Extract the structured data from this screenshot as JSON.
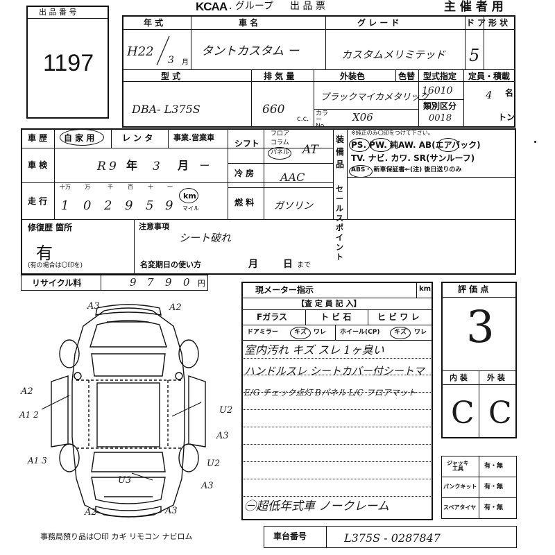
{
  "header": {
    "lot_label": "出 品 番 号",
    "lot_number": "1197",
    "brand": "KCAA",
    "group": ". グループ",
    "sheet": "出 品 票",
    "organizer": "主 催 者 用"
  },
  "vehicle": {
    "year_label": "年 式",
    "year_era": "H22",
    "year_month": "3",
    "year_month_unit": "月",
    "name_label": "車 名",
    "name": "タントカスタム ー",
    "grade_label": "グ レ ー ド",
    "grade": "カスタムメリミテッド",
    "doors_label": "ド ア",
    "doors": "5",
    "shape_label": "形 状",
    "model_label": "型 式",
    "model": "DBA- L375S",
    "displacement_label": "排 気 量",
    "displacement": "660",
    "cc_unit": "c.c.",
    "exterior_label": "外装色",
    "color_change_label": "色替",
    "exterior_color": "ブラックマイカメタリック",
    "color_no_label": "カラー No.",
    "color_no": "X06",
    "model_spec_label": "型式指定",
    "model_spec": "16010",
    "class_label": "類別区分",
    "class": "0018",
    "capacity_label": "定員・積載",
    "capacity": "4",
    "capacity_unit": "名",
    "ton_unit": "トン"
  },
  "history": {
    "label": "車 歴",
    "private": "自 家 用",
    "rental": "レ ン タ",
    "business": "事業.営業車"
  },
  "inspection": {
    "label": "車 検",
    "era": "R",
    "year": "9",
    "year_unit": "年",
    "month": "3",
    "month_unit": "月",
    "dash": "ー"
  },
  "mileage": {
    "label": "走 行",
    "units": [
      "十万",
      "万",
      "千",
      "百",
      "十",
      "一"
    ],
    "digits": [
      "1",
      "0",
      "2",
      "9",
      "5",
      "9"
    ],
    "km": "km",
    "mile": "マイル"
  },
  "shift": {
    "label": "シフト",
    "options": [
      "フロア",
      "コラム",
      "パネル"
    ],
    "value": "AT"
  },
  "ac": {
    "label": "冷 房",
    "value": "AAC"
  },
  "fuel": {
    "label": "燃 料",
    "value": "ガソリン"
  },
  "equipment": {
    "label": "装 備 品",
    "note": "※純正のみ〇印をつけて下さい。",
    "line1": "PS. PW. 純AW. AB(エアバック)",
    "line2": "TV. ナビ. カワ. SR(サンルーフ)",
    "line3": "ABS・ 新車保証書←(注) 後日送りのみ"
  },
  "sales_point": {
    "label": "セ ー ル ス ポ イ ン ト"
  },
  "repair": {
    "label": "修復歴 箇所",
    "value": "有",
    "note": "(有の場合は〇印を)"
  },
  "notes": {
    "label": "注意事項",
    "value": "シート破れ",
    "name_change_label": "名変期日の使い方",
    "month_unit": "月",
    "day_unit": "日",
    "until": "まで"
  },
  "recycle": {
    "label": "リサイクル料",
    "digits": [
      "9",
      "7",
      "9",
      "0"
    ],
    "unit": "円"
  },
  "meter": {
    "label": "現メーター指示",
    "unit": "km"
  },
  "inspector": {
    "title": "【査 定 員 記 入】",
    "row1": [
      "Fガラス",
      "ト ビ 石",
      "ヒ ビ ワ レ"
    ],
    "row2": [
      "ドアミラー",
      "キズ",
      "ワレ",
      "ホイール(CP)",
      "キズ",
      "ワレ"
    ],
    "comments": [
      "室内汚れ キズ スレ 1ヶ臭い",
      "ハンドルスレ シートカバー付シートマ",
      "E/G チェック点灯 Bパネル L/C フロアマット"
    ],
    "bottom": "㊀超低年式車 ノークレーム"
  },
  "rating": {
    "label": "評 価 点",
    "score": "3",
    "interior_label": "内 装",
    "exterior_label": "外 装",
    "interior": "C",
    "exterior": "C"
  },
  "tools": {
    "rows": [
      {
        "label": "ジャッキ 工具",
        "value": "有・無"
      },
      {
        "label": "パンクキット",
        "value": "有・無"
      },
      {
        "label": "スペアタイヤ",
        "value": "有・無"
      }
    ]
  },
  "footer": {
    "office_note": "事務局預り品は〇印  カギ リモコン ナビロム",
    "chassis_label": "車台番号",
    "chassis_value": "L375S - 0287847"
  },
  "diagram": {
    "marks": [
      "A3",
      "A2",
      "A2",
      "A1 2",
      "A1 3",
      "U2",
      "A3",
      "U2",
      "A3",
      "U3",
      "A2",
      "A3"
    ]
  }
}
